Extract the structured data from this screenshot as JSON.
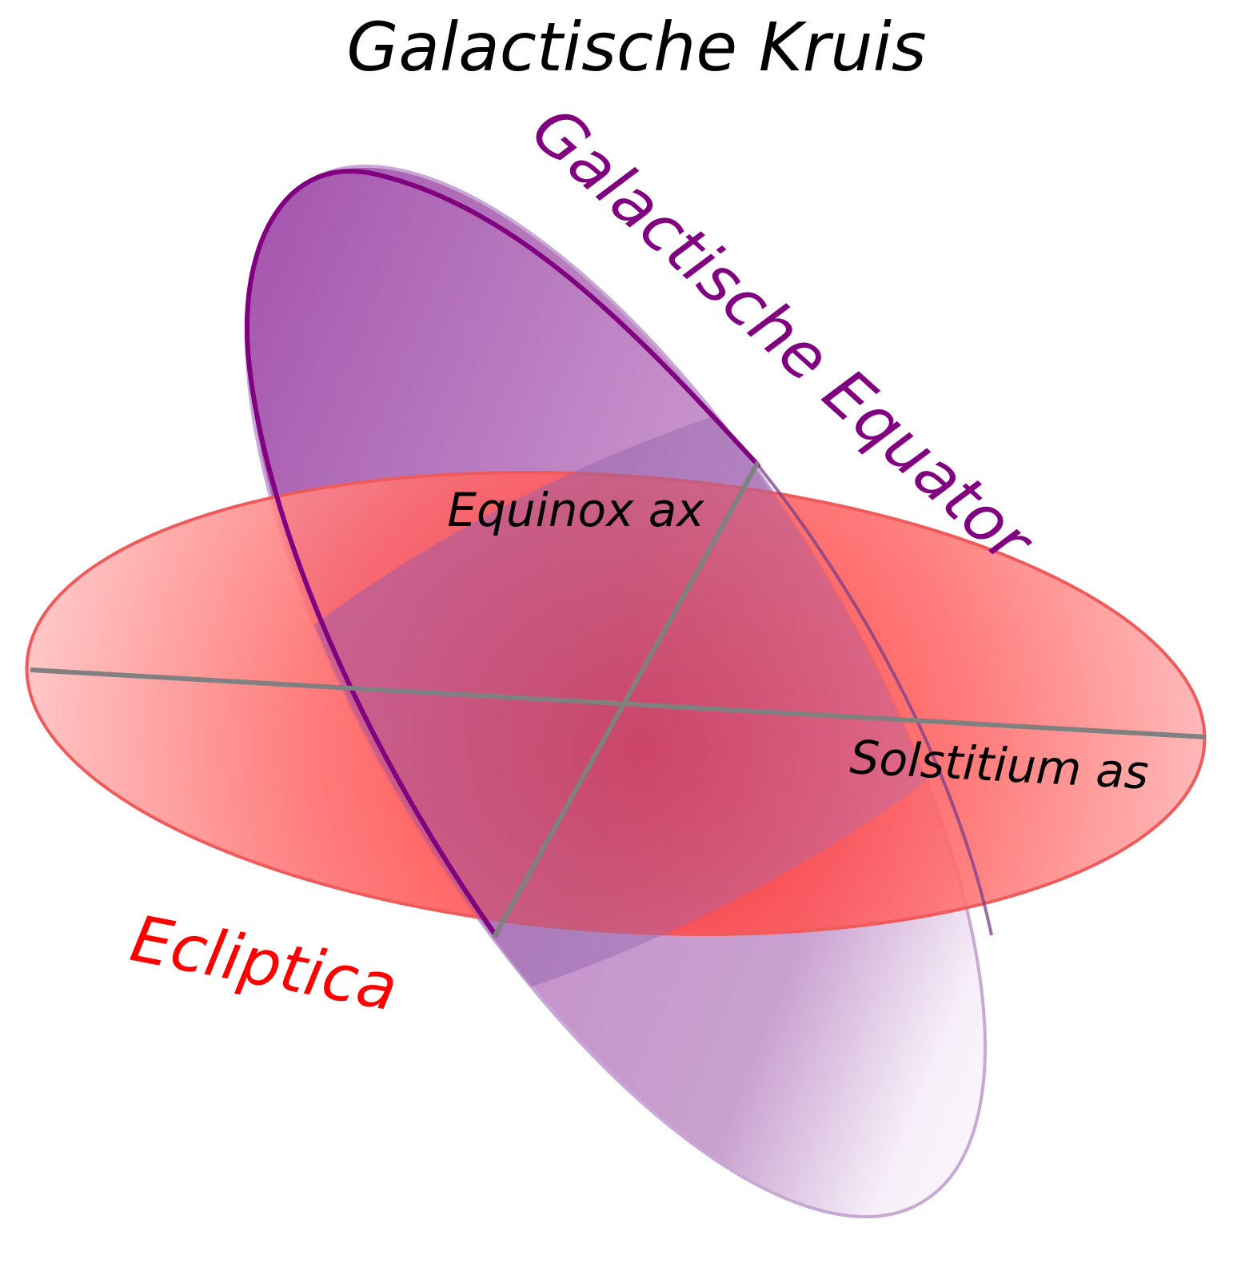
{
  "title": "Galactische Kruis",
  "labels": {
    "galactic_equator": "Galactische Equator",
    "ecliptic": "Ecliptica",
    "equinox_axis": "Equinox ax",
    "solstice_axis": "Solstitium as"
  },
  "colors": {
    "title": "#000000",
    "galactic_equator": "#800080",
    "ecliptic": "#ff0000",
    "axes": "#808080",
    "axis_labels": "#000000"
  }
}
